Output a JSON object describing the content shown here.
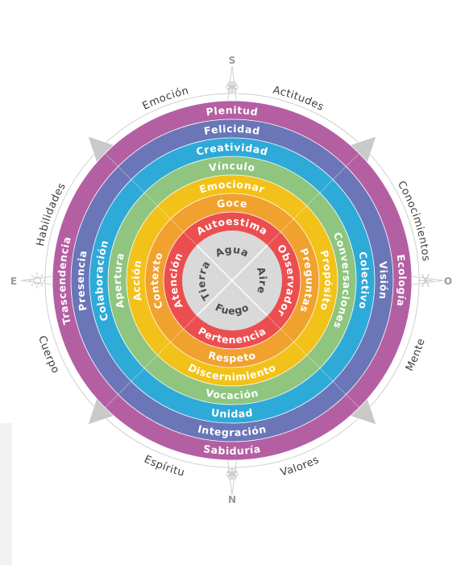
{
  "compass": {
    "north": "S",
    "south": "N",
    "east": "O",
    "west": "E",
    "north_icon": "flower-icon",
    "south_icon": "flower-icon",
    "east_icon": "snowflake-icon",
    "west_icon": "sun-icon"
  },
  "outer_labels": {
    "emocion": "Emoción",
    "actitudes": "Actitudes",
    "conocimientos": "Conocimientos",
    "mente": "Mente",
    "valores": "Valores",
    "espiritu": "Espíritu",
    "cuerpo": "Cuerpo",
    "habilidades": "Habilidades"
  },
  "rings": [
    {
      "id": "r1",
      "color": "#b55fa3",
      "top": "Plenitud",
      "bottom": "Sabiduría",
      "left": "Trascendencia",
      "right": "Ecología"
    },
    {
      "id": "r2",
      "color": "#6a76b8",
      "top": "Felicidad",
      "bottom": "Integración",
      "left": "Presencia",
      "right": "Visión"
    },
    {
      "id": "r3",
      "color": "#2eaad8",
      "top": "Creatividad",
      "bottom": "Unidad",
      "left": "Colaboración",
      "right": "Colectivo"
    },
    {
      "id": "r4",
      "color": "#8fc57f",
      "top": "Vínculo",
      "bottom": "Vocación",
      "left": "Apertura",
      "right": "Conversaciones"
    },
    {
      "id": "r5",
      "color": "#f2c21a",
      "top": "Emocionar",
      "bottom": "Discernimiento",
      "left": "Acción",
      "right": "Propósito"
    },
    {
      "id": "r6",
      "color": "#f1a12d",
      "top": "Goce",
      "bottom": "Respeto",
      "left": "Contexto",
      "right": "Preguntas"
    },
    {
      "id": "r7",
      "color": "#ec4e4f",
      "top": "Autoestima",
      "bottom": "Pertenencia",
      "left": "Atención",
      "right": "Observador"
    }
  ],
  "center": {
    "color": "#d9d9d9",
    "top": "Agua",
    "bottom": "Fuego",
    "left": "Tierra",
    "right": "Aire"
  }
}
